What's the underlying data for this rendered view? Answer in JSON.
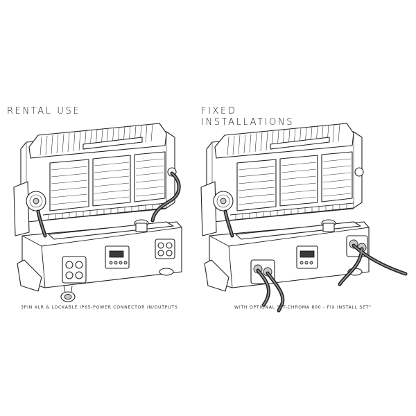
{
  "panels": [
    {
      "heading_lines": [
        "RENTAL USE"
      ],
      "caption": "3PIN XLR & LOCKABLE IP65-POWER CONNECTOR IN/OUTPUTS"
    },
    {
      "heading_lines": [
        "FIXED",
        "INSTALLATIONS"
      ],
      "caption": "WITH OPTIONAL \"BT-CHROMA 800 - FIX INSTALL SET\""
    }
  ],
  "colors": {
    "line": "#222222",
    "cable": "#1c1c1c",
    "panel_fill": "#c9c9c9",
    "background": "#ffffff"
  }
}
